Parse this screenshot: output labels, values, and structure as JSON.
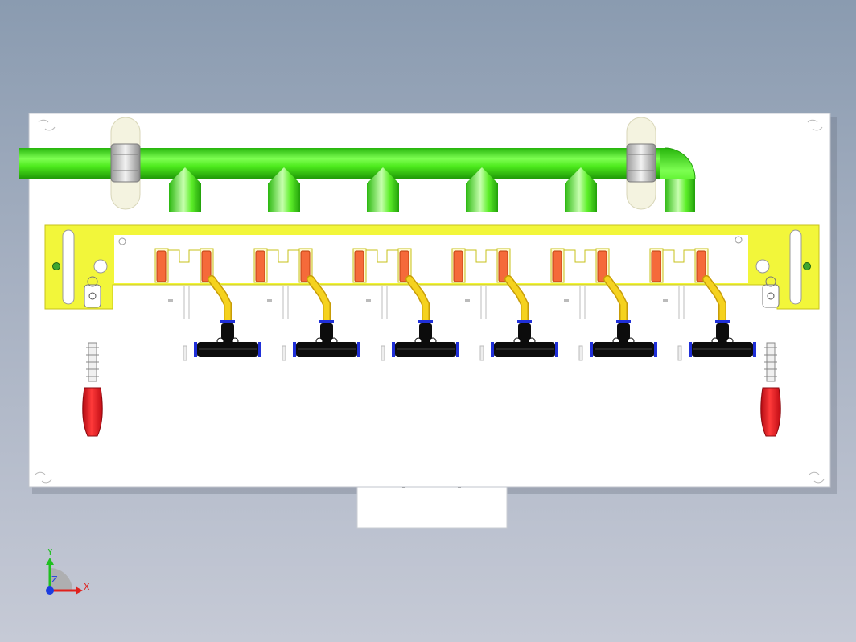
{
  "viewport": {
    "background_top": "#8a9bb0",
    "background_bottom": "#c6cad6"
  },
  "model": {
    "plate_color": "#ffffff",
    "manifold_pipe_color": "#4dea1c",
    "bracket_color": "#f2f63a",
    "insert_color": "#f56a3a",
    "tube_color": "#f5d21e",
    "tee_fitting_color": "#0c0c0c",
    "fitting_collar_color": "#1f2fd8",
    "clamp_handle_color": "#e8121e",
    "locating_pin_color": "#3fa72e",
    "pipe_drops": 5,
    "nozzle_stations": 6,
    "toggle_clamps": 2,
    "pipe_clamps": 2
  },
  "triad": {
    "x_label": "X",
    "y_label": "Y",
    "z_label": "Z",
    "x_color": "#e0201c",
    "y_color": "#20c020",
    "z_color": "#1c3ce0"
  }
}
